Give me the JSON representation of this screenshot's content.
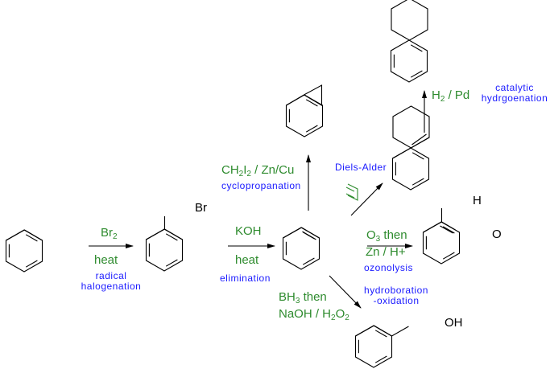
{
  "atoms": {
    "br": "Br",
    "h": "H",
    "o": "O",
    "oh": "OH"
  },
  "reactions": {
    "bromination": {
      "reagent": "Br",
      "reagent_sub": "2",
      "condition": "heat",
      "name_line1": "radical",
      "name_line2": "halogenation"
    },
    "elimination": {
      "reagent": "KOH",
      "condition": "heat",
      "name": "elimination"
    },
    "cyclopropanation": {
      "reagent_a": "CH",
      "sub_a": "2",
      "reagent_b": "I",
      "sub_b": "2",
      "reagent_c": " / Zn/Cu",
      "name": "cyclopropanation"
    },
    "diels_alder": {
      "name": "Diels-Alder"
    },
    "hydrogenation": {
      "reagent_a": "H",
      "sub_a": "2",
      "reagent_b": " / Pd",
      "name_line1": "catalytic",
      "name_line2": "hydrgoenation"
    },
    "ozonolysis": {
      "reagent_a": "O",
      "sub_a": "3",
      "reagent_b": " then",
      "reagent_line2": "Zn / H+",
      "name": "ozonolysis"
    },
    "hydroboration": {
      "reagent_a": "BH",
      "sub_a": "3",
      "reagent_b": " then",
      "reagent_line2a": "NaOH / H",
      "sub_2a": "2",
      "reagent_line2b": "O",
      "sub_2b": "2",
      "name_line1": "hydroboration",
      "name_line2": "-oxidation"
    }
  },
  "colors": {
    "reagent": "#2e8b2e",
    "name": "#1a1aff",
    "structure": "#000000"
  }
}
